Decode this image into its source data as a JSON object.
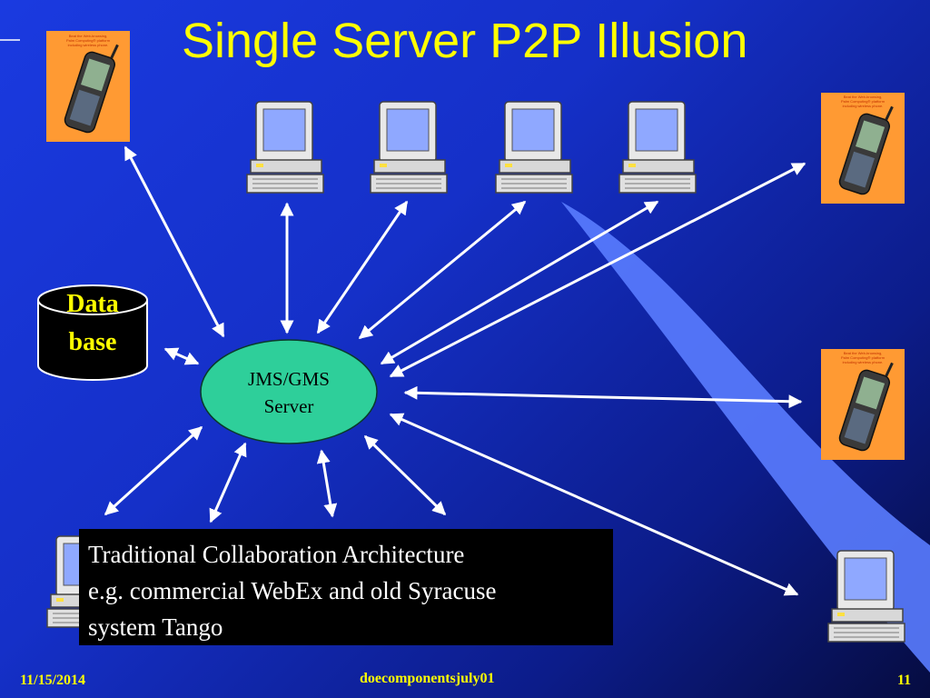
{
  "slide": {
    "title": "Single Server P2P Illusion"
  },
  "server": {
    "line1": "JMS/GMS",
    "line2": "Server"
  },
  "database": {
    "line1": "Data",
    "line2": "base"
  },
  "phone_caption": {
    "line1": "Beat the Web-browsing,",
    "line2": "Palm Computing® platform",
    "line3": "including wireless phone."
  },
  "callout": {
    "line1": "Traditional Collaboration Architecture",
    "line2": "e.g. commercial WebEx and old Syracuse",
    "line3": "system Tango"
  },
  "footer": {
    "date": "11/15/2014",
    "name": "doecomponentsjuly01",
    "page": "11"
  },
  "colors": {
    "title": "#ffff00",
    "server_fill": "#2ecf9a",
    "phone_bg": "#ff9a33"
  }
}
